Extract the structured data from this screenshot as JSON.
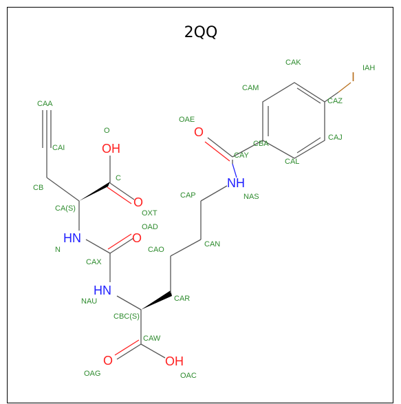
{
  "title": "2QQ",
  "colors": {
    "carbon": "#555555",
    "oxygen": "#ff2020",
    "nitrogen": "#2020ff",
    "iodine": "#b8701e",
    "label": "#2e8b2e"
  },
  "atoms": [
    {
      "id": "O_top",
      "text": "OH",
      "color": "#ff2020"
    },
    {
      "id": "O_oxt",
      "text": "O",
      "color": "#ff2020"
    },
    {
      "id": "O_oad",
      "text": "O",
      "color": "#ff2020"
    },
    {
      "id": "O_oae",
      "text": "O",
      "color": "#ff2020"
    },
    {
      "id": "O_oag",
      "text": "O",
      "color": "#ff2020"
    },
    {
      "id": "O_oac",
      "text": "OH",
      "color": "#ff2020"
    },
    {
      "id": "N_n",
      "text": "HN",
      "color": "#2020ff"
    },
    {
      "id": "N_nau",
      "text": "HN",
      "color": "#2020ff"
    },
    {
      "id": "N_nas",
      "text": "NH",
      "color": "#2020ff"
    },
    {
      "id": "I_iah",
      "text": "I",
      "color": "#b8701e"
    }
  ],
  "labels": [
    "CAA",
    "CAI",
    "O",
    "C",
    "CB",
    "CA(S)",
    "OXT",
    "OAD",
    "N",
    "CAX",
    "CAO",
    "NAU",
    "CBC(S)",
    "CAR",
    "CAW",
    "OAG",
    "OAC",
    "CAN",
    "CAP",
    "NAS",
    "OAE",
    "CAY",
    "CBA",
    "CAM",
    "CAK",
    "IAH",
    "CAZ",
    "CAJ",
    "CAL"
  ]
}
